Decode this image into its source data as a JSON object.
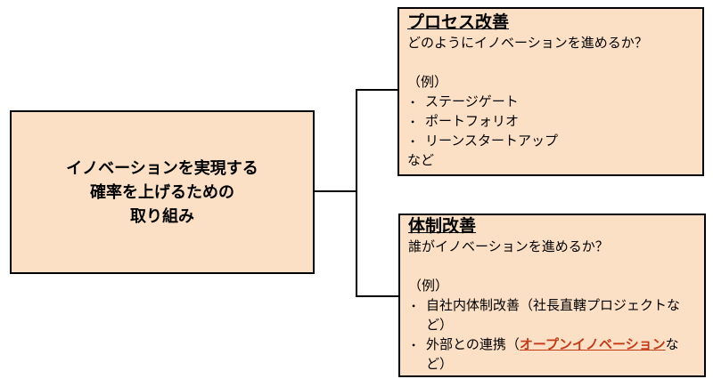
{
  "colors": {
    "box_fill": "#FCE0C6",
    "box_border": "#000000",
    "connector": "#000000",
    "highlight_red": "#C23B16"
  },
  "root_box": {
    "lines": {
      "0": "イノベーションを実現する",
      "1": "確率を上げるための",
      "2": "取り組み"
    }
  },
  "process_box": {
    "title": "プロセス改善",
    "question": "どのようにイノベーションを進めるか？",
    "example_label": "（例）",
    "bullet": "•",
    "items": {
      "0": "ステージゲート",
      "1": "ポートフォリオ",
      "2": "リーンスタートアップ"
    },
    "etc_label": "など"
  },
  "system_box": {
    "title": "体制改善",
    "question": "誰がイノベーションを進めるか？",
    "example_label": "（例）",
    "bullet": "•",
    "item1": "自社内体制改善（社長直轄プロジェクトなど）",
    "item2_pre": "外部との連携（",
    "item2_highlight": "オープンイノベーション",
    "item2_post": "など）"
  }
}
